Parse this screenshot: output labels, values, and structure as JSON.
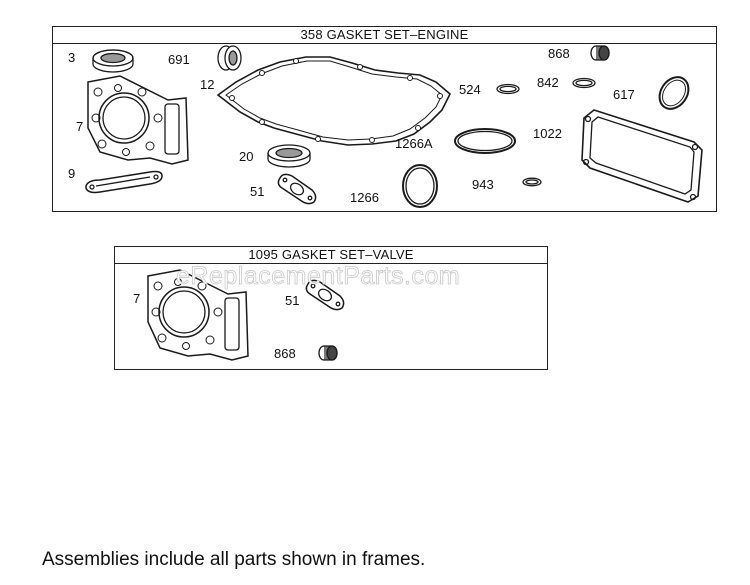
{
  "frames": {
    "engine": {
      "title": "358 GASKET SET–ENGINE",
      "parts": {
        "p3": "3",
        "p691": "691",
        "p12": "12",
        "p868": "868",
        "p524": "524",
        "p842": "842",
        "p617": "617",
        "p7": "7",
        "p1266a": "1266A",
        "p1022": "1022",
        "p20": "20",
        "p9": "9",
        "p51": "51",
        "p943": "943",
        "p1266": "1266"
      }
    },
    "valve": {
      "title": "1095 GASKET SET–VALVE",
      "parts": {
        "p7": "7",
        "p51": "51",
        "p868": "868"
      }
    }
  },
  "watermark": "eReplacementParts.com",
  "footnote": "Assemblies include all parts shown in frames."
}
